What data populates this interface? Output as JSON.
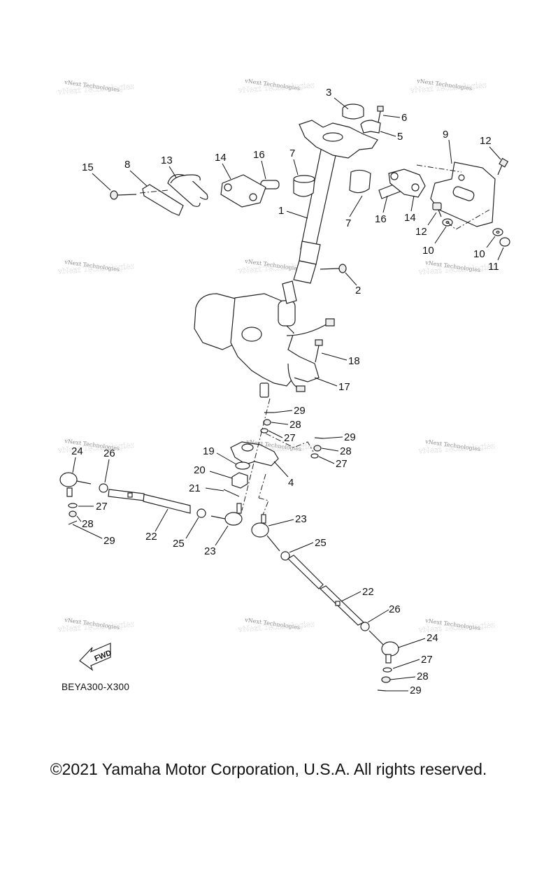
{
  "diagram": {
    "title_code": "BEYA300-X300",
    "fwd_label": "FWD",
    "watermark": "vNext Technologies",
    "copyright": "©2021 Yamaha Motor Corporation, U.S.A. All rights reserved.",
    "callouts": [
      {
        "id": "c1",
        "label": "1"
      },
      {
        "id": "c2",
        "label": "2"
      },
      {
        "id": "c3",
        "label": "3"
      },
      {
        "id": "c4",
        "label": "4"
      },
      {
        "id": "c5",
        "label": "5"
      },
      {
        "id": "c6",
        "label": "6"
      },
      {
        "id": "c7a",
        "label": "7"
      },
      {
        "id": "c7b",
        "label": "7"
      },
      {
        "id": "c8",
        "label": "8"
      },
      {
        "id": "c9",
        "label": "9"
      },
      {
        "id": "c10a",
        "label": "10"
      },
      {
        "id": "c10b",
        "label": "10"
      },
      {
        "id": "c11",
        "label": "11"
      },
      {
        "id": "c12a",
        "label": "12"
      },
      {
        "id": "c12b",
        "label": "12"
      },
      {
        "id": "c13",
        "label": "13"
      },
      {
        "id": "c14a",
        "label": "14"
      },
      {
        "id": "c14b",
        "label": "14"
      },
      {
        "id": "c15",
        "label": "15"
      },
      {
        "id": "c16a",
        "label": "16"
      },
      {
        "id": "c16b",
        "label": "16"
      },
      {
        "id": "c17",
        "label": "17"
      },
      {
        "id": "c18",
        "label": "18"
      },
      {
        "id": "c19",
        "label": "19"
      },
      {
        "id": "c20",
        "label": "20"
      },
      {
        "id": "c21",
        "label": "21"
      },
      {
        "id": "c22a",
        "label": "22"
      },
      {
        "id": "c22b",
        "label": "22"
      },
      {
        "id": "c23a",
        "label": "23"
      },
      {
        "id": "c23b",
        "label": "23"
      },
      {
        "id": "c24a",
        "label": "24"
      },
      {
        "id": "c24b",
        "label": "24"
      },
      {
        "id": "c25a",
        "label": "25"
      },
      {
        "id": "c25b",
        "label": "25"
      },
      {
        "id": "c26a",
        "label": "26"
      },
      {
        "id": "c26b",
        "label": "26"
      },
      {
        "id": "c27a",
        "label": "27"
      },
      {
        "id": "c27b",
        "label": "27"
      },
      {
        "id": "c27c",
        "label": "27"
      },
      {
        "id": "c27d",
        "label": "27"
      },
      {
        "id": "c28a",
        "label": "28"
      },
      {
        "id": "c28b",
        "label": "28"
      },
      {
        "id": "c28c",
        "label": "28"
      },
      {
        "id": "c28d",
        "label": "28"
      },
      {
        "id": "c29a",
        "label": "29"
      },
      {
        "id": "c29b",
        "label": "29"
      },
      {
        "id": "c29c",
        "label": "29"
      },
      {
        "id": "c29d",
        "label": "29"
      }
    ]
  }
}
